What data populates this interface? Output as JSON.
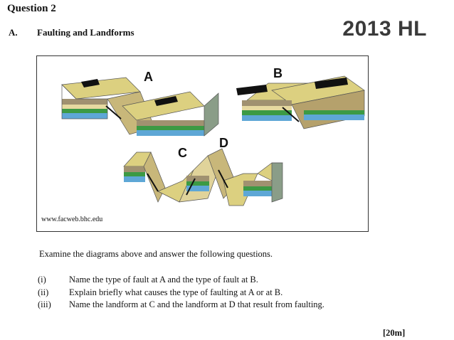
{
  "header": {
    "question_title": "Question 2",
    "badge": "2013 HL"
  },
  "section": {
    "letter": "A.",
    "title": "Faulting and Landforms"
  },
  "figure": {
    "labels": [
      "A",
      "B",
      "C",
      "D"
    ],
    "credit": "www.facweb.bhc.edu"
  },
  "instructions": "Examine the diagrams above and answer the following questions.",
  "questions": [
    {
      "num": "(i)",
      "text": "Name the type of fault at A and the type of fault at B."
    },
    {
      "num": "(ii)",
      "text": "Explain briefly what causes the type of faulting at A or at B."
    },
    {
      "num": "(iii)",
      "text": "Name the landform at C and the landform at D that result from faulting."
    }
  ],
  "marks": "[20m]"
}
